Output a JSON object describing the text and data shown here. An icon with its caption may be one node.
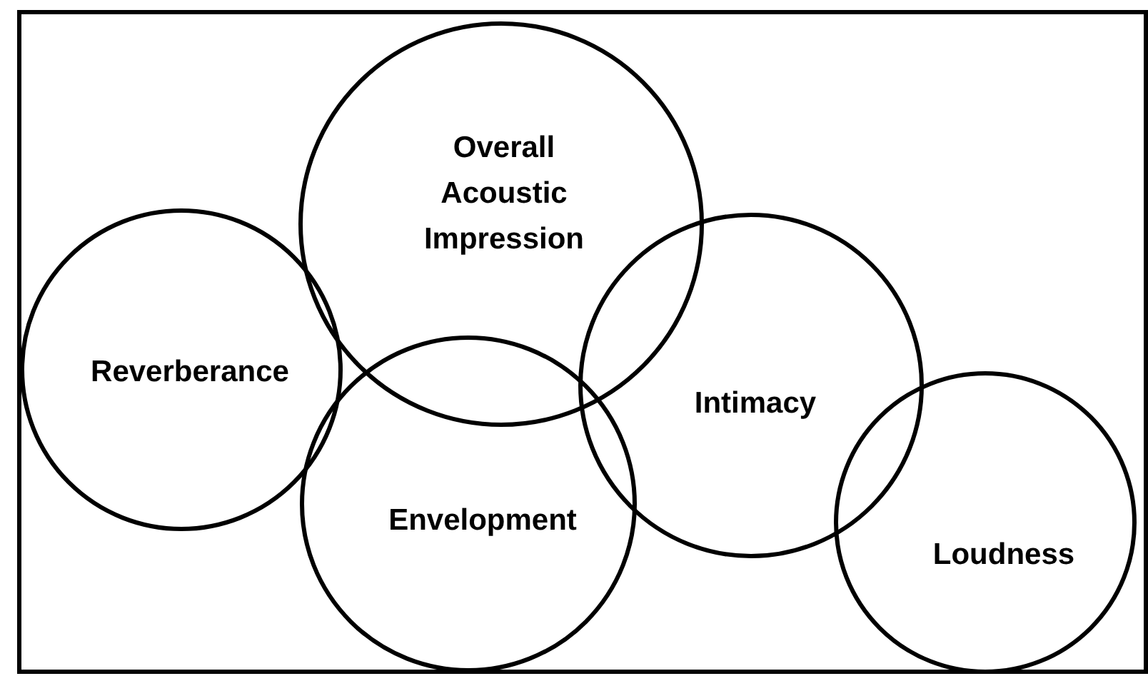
{
  "diagram": {
    "nodes": [
      {
        "text": [
          "Reverberance"
        ]
      },
      {
        "text": [
          "Overall Acoustic Impression"
        ]
      },
      {
        "text": [
          "Envelopment"
        ]
      },
      {
        "text": [
          "Intimacy"
        ]
      },
      {
        "text": [
          "Loudness"
        ]
      }
    ]
  }
}
